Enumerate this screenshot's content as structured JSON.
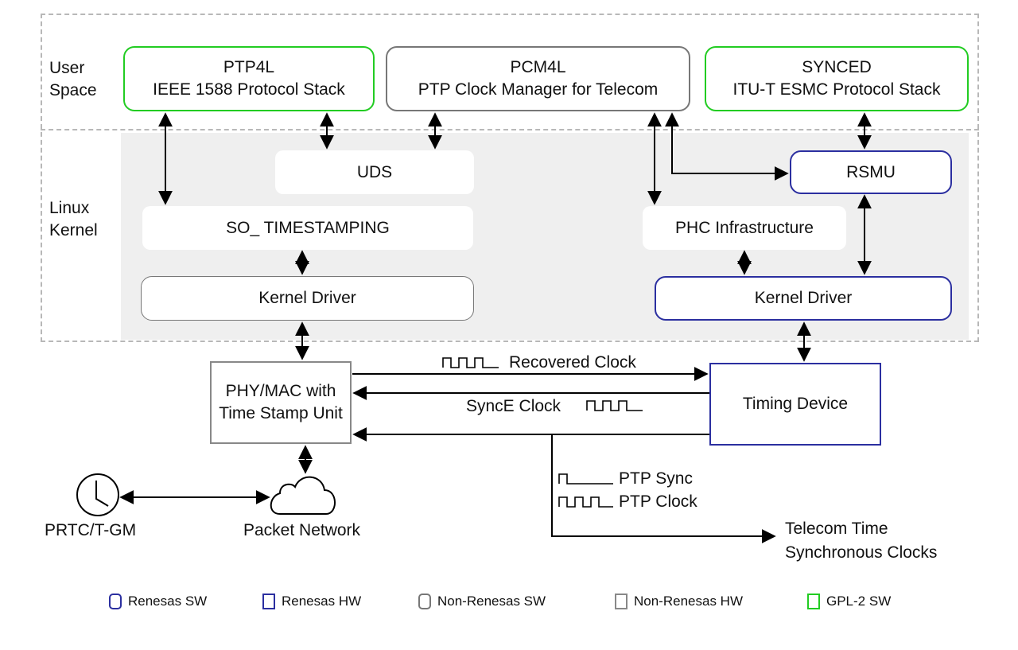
{
  "layers": {
    "user_space": "User\nSpace",
    "user_space_l1": "User",
    "user_space_l2": "Space",
    "linux_kernel_l1": "Linux",
    "linux_kernel_l2": "Kernel"
  },
  "boxes": {
    "ptp4l": {
      "title": "PTP4L",
      "subtitle": "IEEE 1588 Protocol Stack"
    },
    "pcm4l": {
      "title": "PCM4L",
      "subtitle": "PTP Clock Manager for Telecom"
    },
    "synced": {
      "title": "SYNCED",
      "subtitle": "ITU-T ESMC Protocol Stack"
    },
    "uds": "UDS",
    "so_timestamping": "SO_ TIMESTAMPING",
    "kernel_driver_left": "Kernel Driver",
    "rsmu": "RSMU",
    "phc": "PHC Infrastructure",
    "kernel_driver_right": "Kernel Driver",
    "phy_mac_l1": "PHY/MAC with",
    "phy_mac_l2": "Time Stamp Unit",
    "timing_device": "Timing Device"
  },
  "signals": {
    "recovered_clock": "Recovered Clock",
    "synce_clock": "SyncE Clock",
    "ptp_sync": "PTP Sync",
    "ptp_clock": "PTP Clock",
    "telecom_l1": "Telecom Time",
    "telecom_l2": "Synchronous Clocks"
  },
  "external": {
    "prtc": "PRTC/T-GM",
    "packet_network": "Packet Network"
  },
  "legend": [
    {
      "label": "Renesas SW",
      "color": "#2b2fa0",
      "shape": "rounded"
    },
    {
      "label": "Renesas HW",
      "color": "#2b2fa0",
      "shape": "square"
    },
    {
      "label": "Non-Renesas SW",
      "color": "#777777",
      "shape": "rounded"
    },
    {
      "label": "Non-Renesas HW",
      "color": "#888888",
      "shape": "square"
    },
    {
      "label": "GPL-2 SW",
      "color": "#22cc22",
      "shape": "square"
    }
  ]
}
